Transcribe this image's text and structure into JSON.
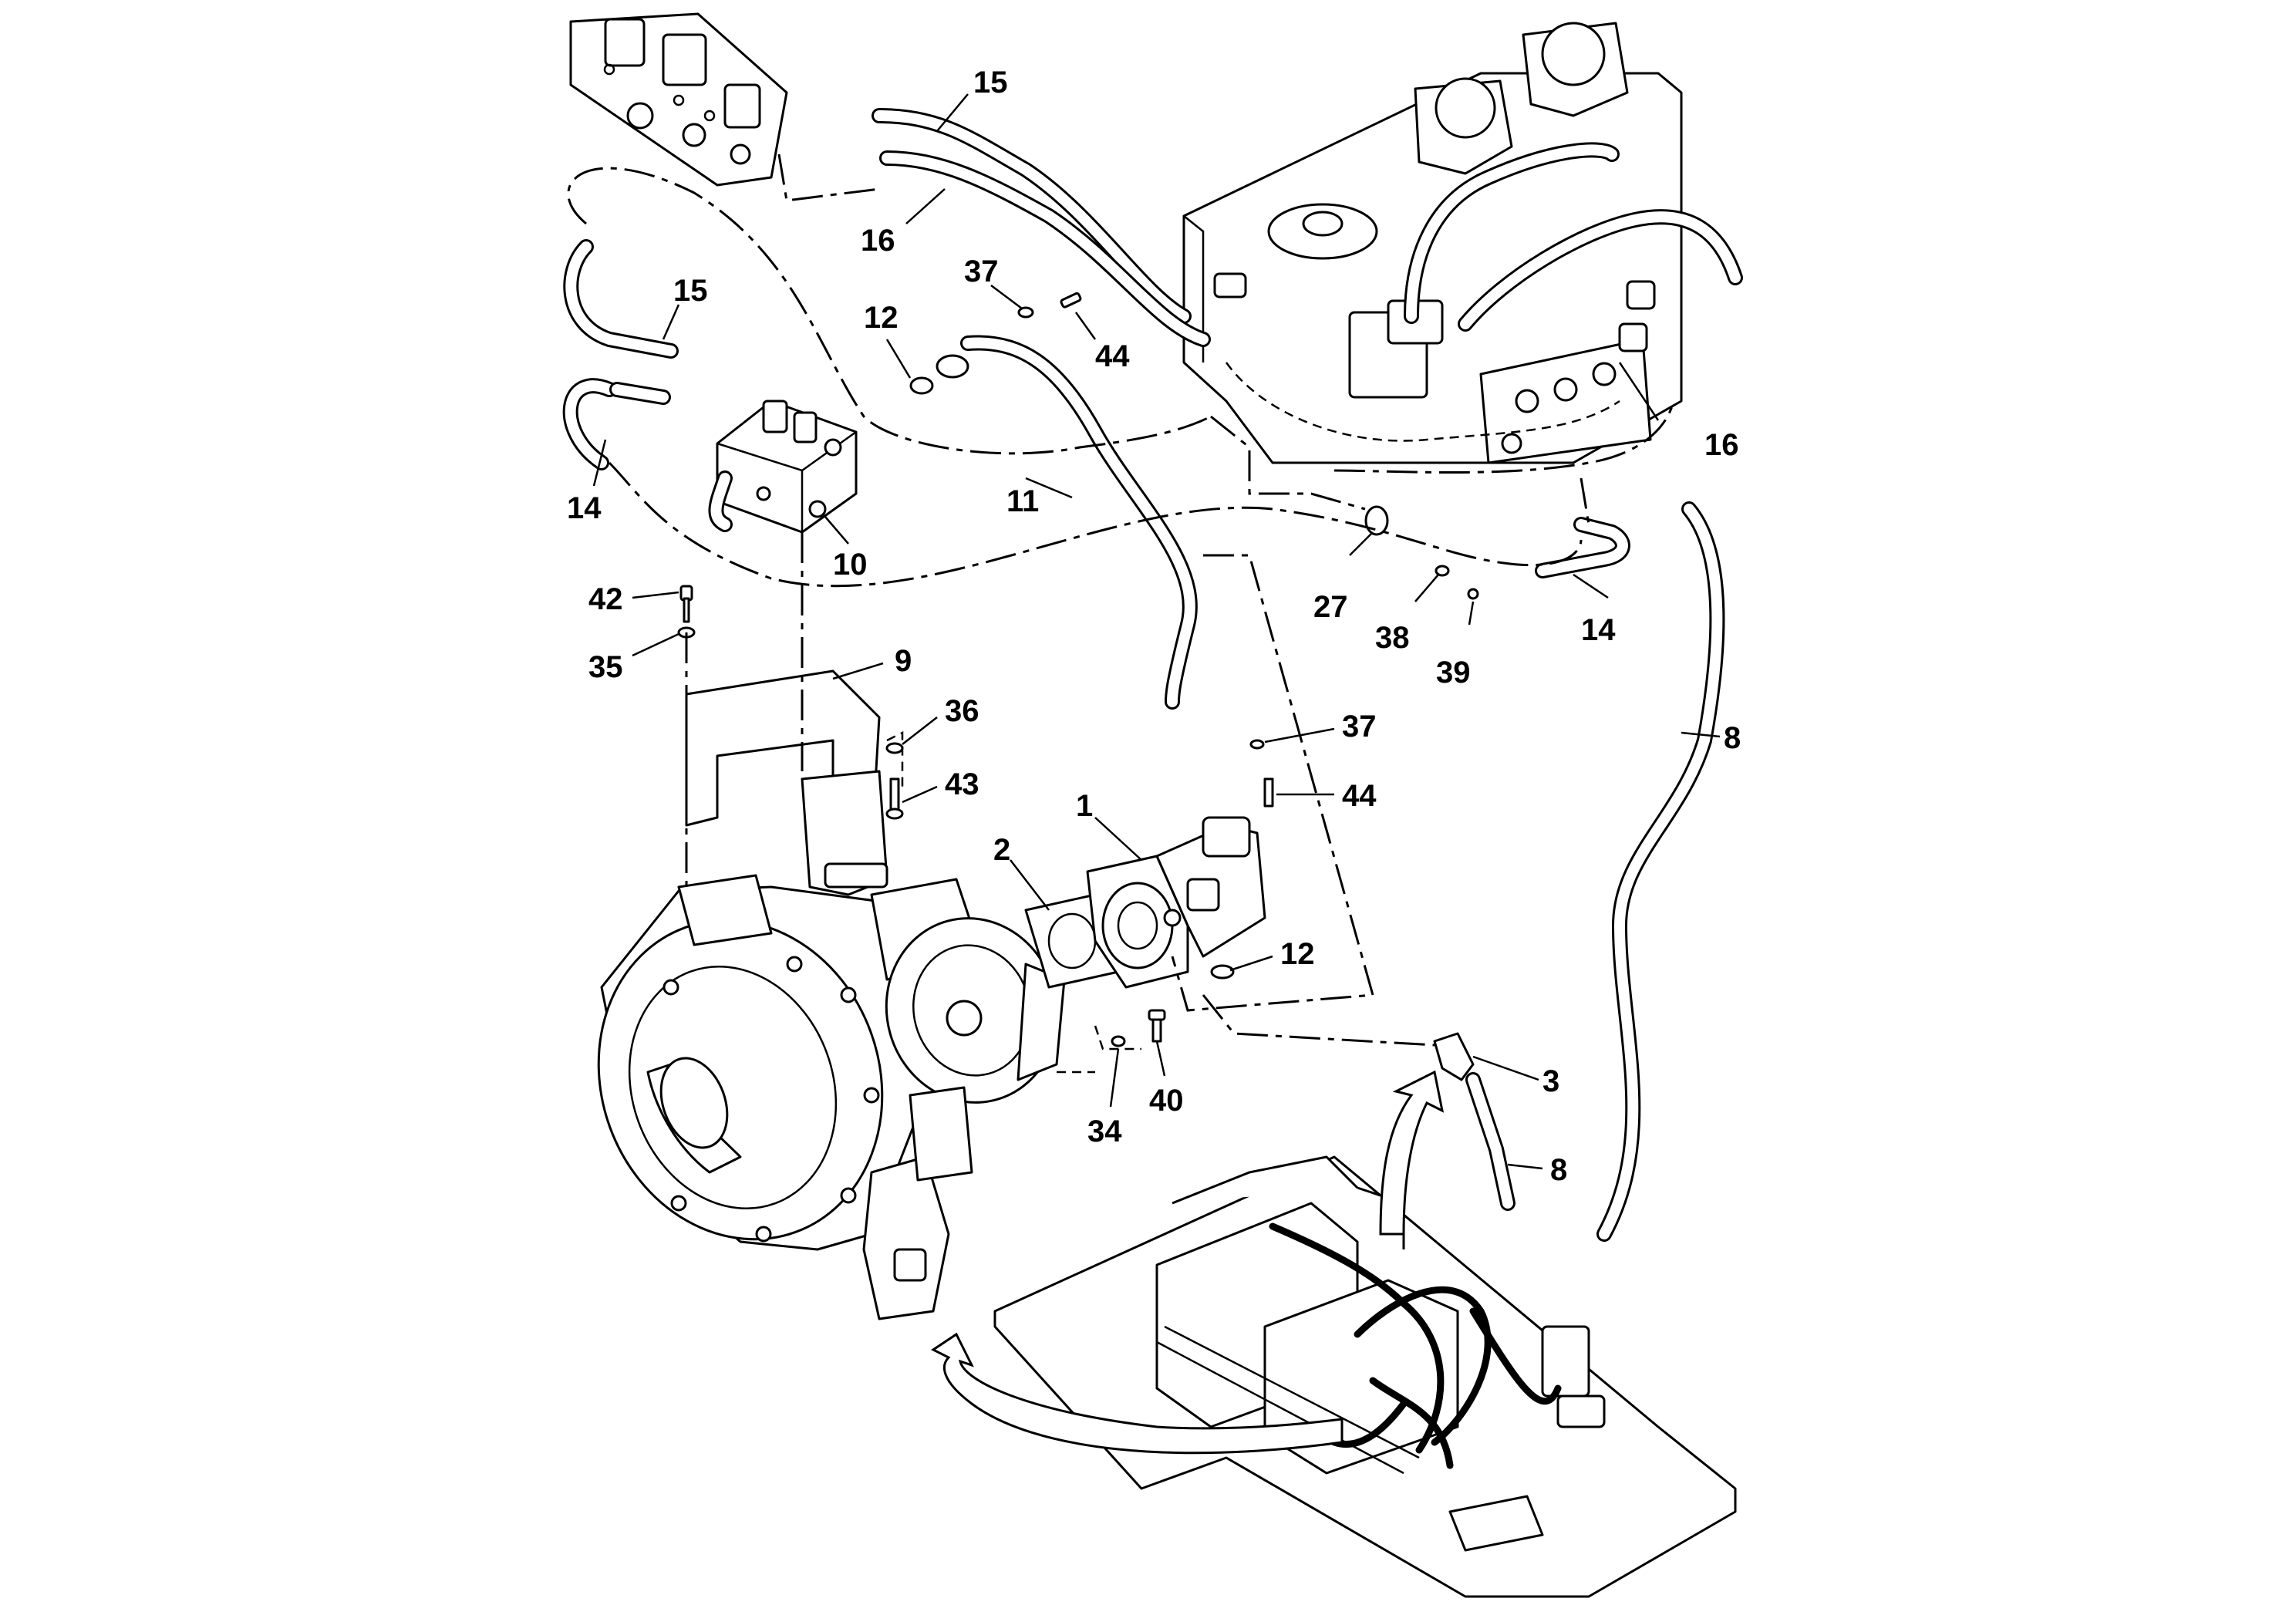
{
  "callouts": {
    "c1": "1",
    "c2": "2",
    "c3": "3",
    "c8a": "8",
    "c8b": "8",
    "c9": "9",
    "c10": "10",
    "c11": "11",
    "c12a": "12",
    "c12b": "12",
    "c14a": "14",
    "c14b": "14",
    "c15a": "15",
    "c15b": "15",
    "c16a": "16",
    "c16b": "16",
    "c27": "27",
    "c34": "34",
    "c35": "35",
    "c36": "36",
    "c37a": "37",
    "c37b": "37",
    "c38": "38",
    "c39": "39",
    "c40": "40",
    "c42": "42",
    "c43": "43",
    "c44a": "44",
    "c44b": "44"
  },
  "colors": {
    "line": "#000000",
    "background": "#ffffff"
  }
}
